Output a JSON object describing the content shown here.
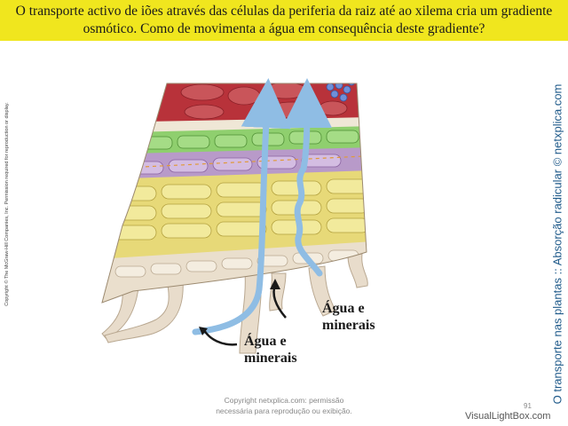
{
  "header": {
    "title": "O transporte activo de iões através das células da periferia da raiz até ao xilema cria um gradiente osmótico. Como de movimenta a água em consequência deste gradiente?"
  },
  "figure": {
    "label_left": "Água e minerais",
    "label_right": "Água e minerais"
  },
  "side_left": "Copyright © The McGraw-Hill Companies, Inc. Permission required for reproduction or display.",
  "side_right": "O transporte nas plantas :: Absorção radicular © netxplica.com",
  "footer": {
    "line1": "Copyright netxplica.com: permissão",
    "line2": "necessária para reprodução ou exibição.",
    "page_number": "91"
  },
  "watermark": "VisualLightBox.com",
  "colors": {
    "title_bar": "#f0e61e",
    "water_arrow": "#8fbde4",
    "xylem": "#b8323a",
    "parenchyma": "#ece39a",
    "endodermis": "#8fcf6e",
    "root_hair": "#e8dccb"
  }
}
